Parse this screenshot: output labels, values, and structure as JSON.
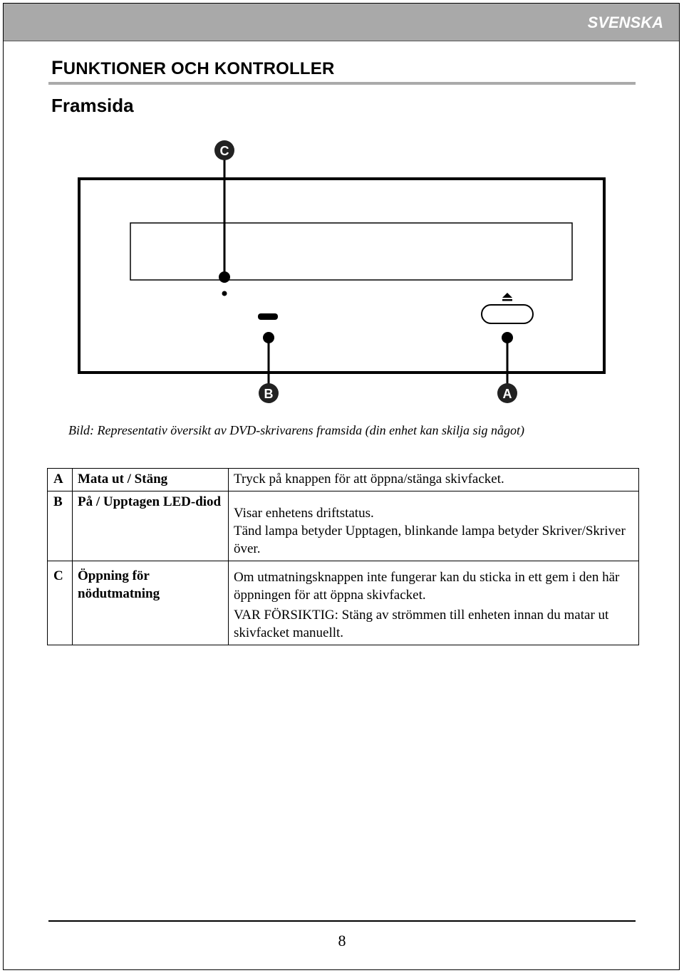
{
  "header": {
    "language": "SVENSKA"
  },
  "section": {
    "title_initial": "F",
    "title_rest": "UNKTIONER OCH KONTROLLER",
    "subtitle": "Framsida"
  },
  "figure": {
    "labels": {
      "a": "A",
      "b": "B",
      "c": "C"
    },
    "caption": "Bild: Representativ översikt av DVD-skrivarens framsida (din enhet kan skilja sig något)"
  },
  "table": {
    "rows": [
      {
        "letter": "A",
        "name": "Mata ut / Stäng",
        "desc": [
          "Tryck på knappen för att öppna/stänga skivfacket."
        ]
      },
      {
        "letter": "B",
        "name": "På / Upptagen LED-diod",
        "desc": [
          "Visar enhetens driftstatus.",
          "Tänd lampa betyder Upptagen, blinkande lampa betyder Skriver/Skriver över."
        ]
      },
      {
        "letter": "C",
        "name": "Öppning för nödutmatning",
        "desc": [
          "Om utmatningsknappen inte fungerar kan du sticka in ett gem i den här öppningen för att öppna skivfacket.",
          "VAR FÖRSIKTIG: Stäng av strömmen till enheten innan du matar ut skivfacket manuellt."
        ]
      }
    ]
  },
  "footer": {
    "page_number": "8"
  }
}
